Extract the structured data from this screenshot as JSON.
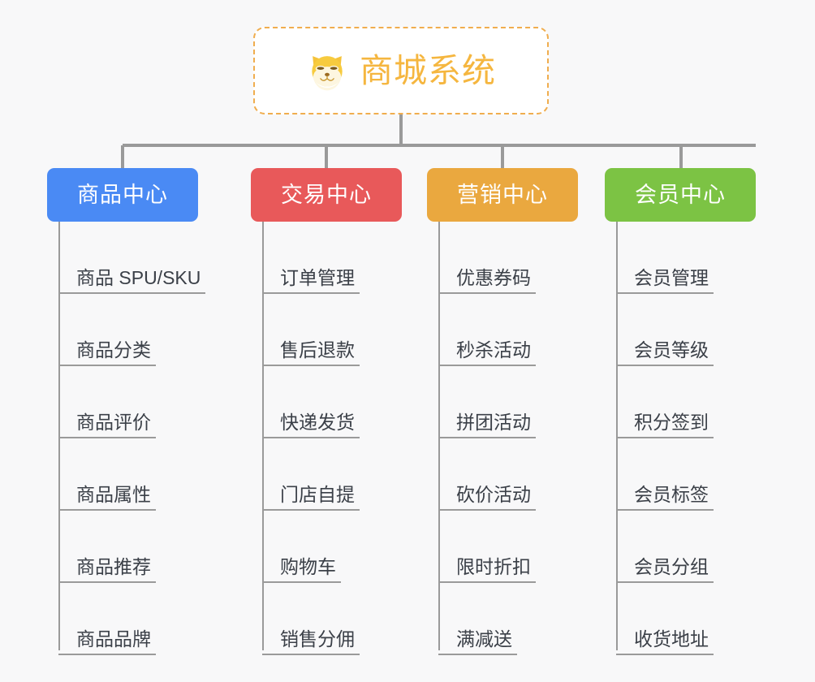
{
  "canvas": {
    "background": "#f8f8f9",
    "connector_color": "#9a9a9a"
  },
  "root": {
    "title": "商城系统",
    "icon": "shiba-dog-face-icon",
    "text_color": "#f5b63f",
    "border_color": "#f0ad4e",
    "background": "#ffffff"
  },
  "columns": [
    {
      "id": "product-center",
      "label": "商品中心",
      "color": "#4a8af4",
      "items": [
        "商品 SPU/SKU",
        "商品分类",
        "商品评价",
        "商品属性",
        "商品推荐",
        "商品品牌"
      ]
    },
    {
      "id": "trade-center",
      "label": "交易中心",
      "color": "#e8595a",
      "items": [
        "订单管理",
        "售后退款",
        "快递发货",
        "门店自提",
        "购物车",
        "销售分佣"
      ]
    },
    {
      "id": "marketing-center",
      "label": "营销中心",
      "color": "#eaa83f",
      "items": [
        "优惠券码",
        "秒杀活动",
        "拼团活动",
        "砍价活动",
        "限时折扣",
        "满减送"
      ]
    },
    {
      "id": "member-center",
      "label": "会员中心",
      "color": "#7cc344",
      "items": [
        "会员管理",
        "会员等级",
        "积分签到",
        "会员标签",
        "会员分组",
        "收货地址"
      ]
    }
  ]
}
